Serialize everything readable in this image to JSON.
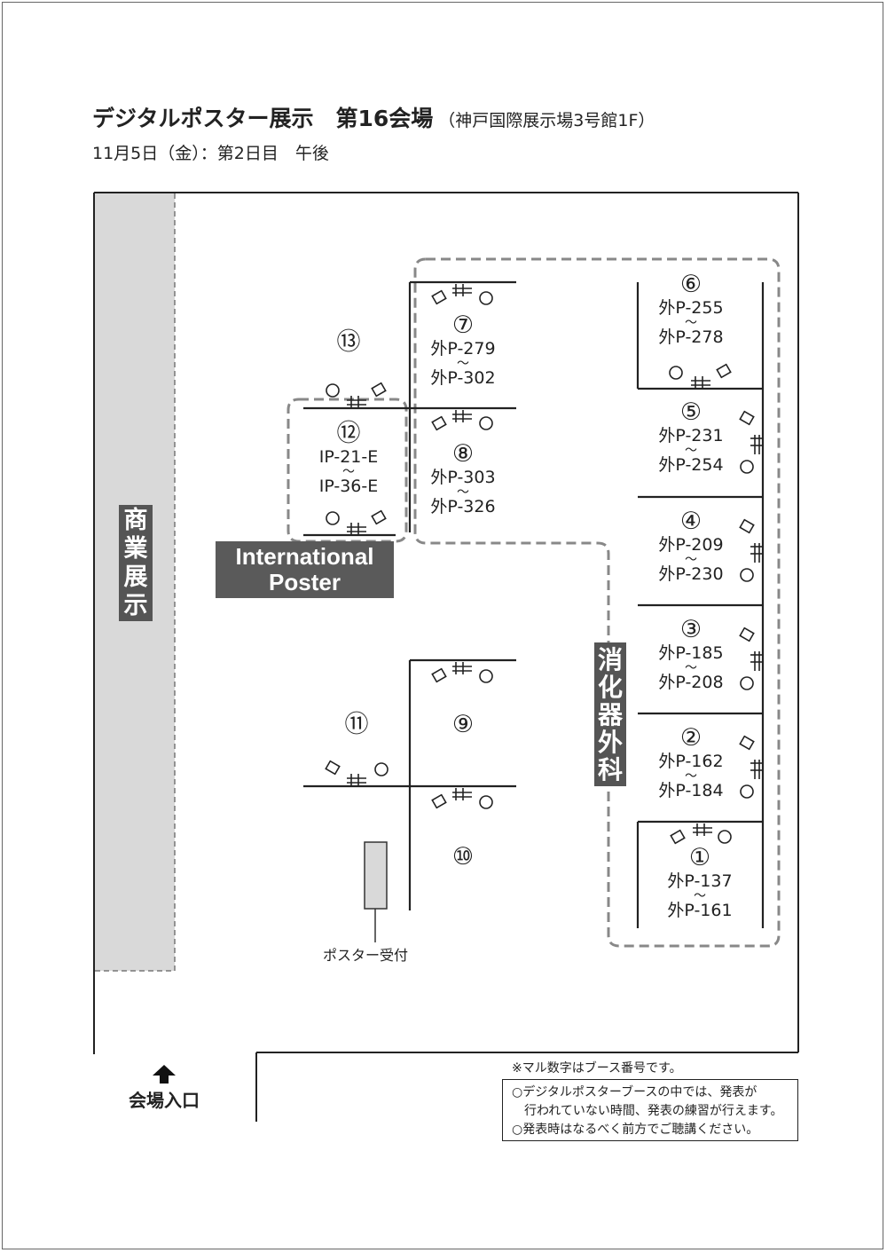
{
  "header": {
    "title": "デジタルポスター展示　第16会場",
    "location": "（神戸国際展示場3号館1F）",
    "date_line": "11月5日（金）：第2日目　午後"
  },
  "areas": {
    "commercial_exhibit": [
      "商",
      "業",
      "展",
      "示"
    ],
    "gastro_surgery": [
      "消",
      "化",
      "器",
      "外",
      "科"
    ],
    "international_poster": [
      "International",
      "Poster"
    ]
  },
  "booths": [
    {
      "num": "①",
      "from": "外P-137",
      "to": "外P-161"
    },
    {
      "num": "②",
      "from": "外P-162",
      "to": "外P-184"
    },
    {
      "num": "③",
      "from": "外P-185",
      "to": "外P-208"
    },
    {
      "num": "④",
      "from": "外P-209",
      "to": "外P-230"
    },
    {
      "num": "⑤",
      "from": "外P-231",
      "to": "外P-254"
    },
    {
      "num": "⑥",
      "from": "外P-255",
      "to": "外P-278"
    },
    {
      "num": "⑦",
      "from": "外P-279",
      "to": "外P-302"
    },
    {
      "num": "⑧",
      "from": "外P-303",
      "to": "外P-326"
    },
    {
      "num": "⑨"
    },
    {
      "num": "⑩"
    },
    {
      "num": "⑪"
    },
    {
      "num": "⑫",
      "from": "IP-21-E",
      "to": "IP-36-E"
    },
    {
      "num": "⑬"
    }
  ],
  "range_mark": "～",
  "poster_reception": "ポスター受付",
  "entrance": "会場入口",
  "note_booth_numbers": "※マル数字はブース番号です。",
  "notes": [
    "○デジタルポスターブースの中では、発表が",
    "　行われていない時間、発表の練習が行えます。",
    "○発表時はなるべく前方でご聴講ください。"
  ]
}
